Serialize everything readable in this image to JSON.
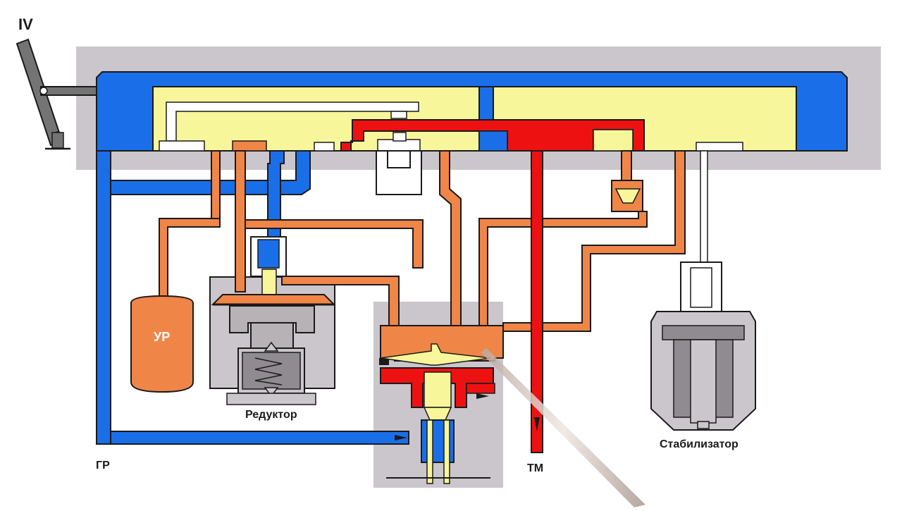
{
  "labels": {
    "position": "IV",
    "ur": "УР",
    "reducer": "Редуктор",
    "stabilizer": "Стабилизатор",
    "gr": "ГР",
    "tm": "ТМ"
  },
  "colors": {
    "main_reservoir_air": "#1a6fe8",
    "reduced_pressure_air": "#f08548",
    "brake_pipe_air": "#ee1111",
    "atmosphere": "#ffffff",
    "valve_body": "#f8f69a",
    "housing": "#cbc6cc",
    "outline": "#1a1a1a"
  },
  "icons": {
    "handle": "brake-handle-icon",
    "pointer": "pointer-stick-icon"
  }
}
